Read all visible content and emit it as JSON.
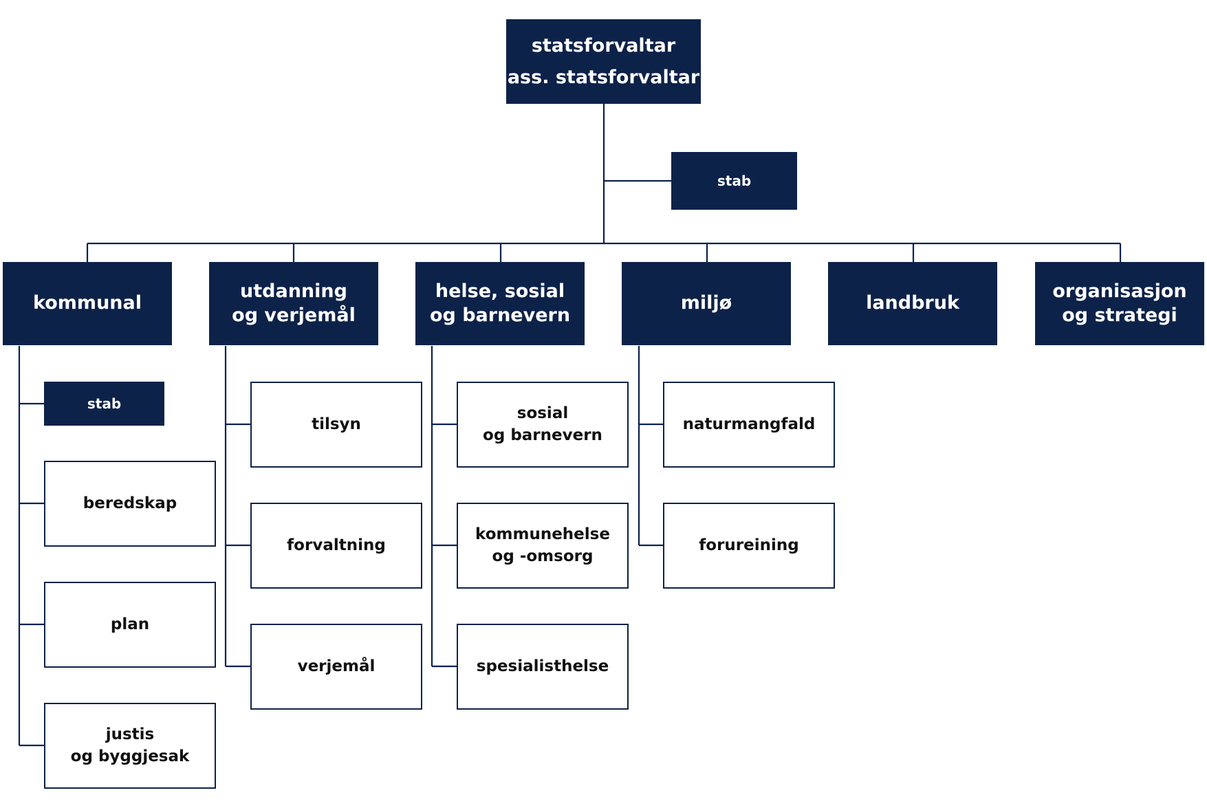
{
  "top": {
    "label": "statsforvaltar\nass. statsforvaltar"
  },
  "top_stab": {
    "label": "stab"
  },
  "departments": [
    {
      "label": "kommunal"
    },
    {
      "label": "utdanning\nog verjemål"
    },
    {
      "label": "helse, sosial\nog barnevern"
    },
    {
      "label": "miljø"
    },
    {
      "label": "landbruk"
    },
    {
      "label": "organisasjon\nog strategi"
    }
  ],
  "kommunal": {
    "stab": "stab",
    "units": [
      "beredskap",
      "plan",
      "justis\nog byggjesak"
    ]
  },
  "utdanning": {
    "units": [
      "tilsyn",
      "forvaltning",
      "verjemål"
    ]
  },
  "helse": {
    "units": [
      "sosial\nog barnevern",
      "kommunehelse\nog -omsorg",
      "spesialisthelse"
    ]
  },
  "miljo": {
    "units": [
      "naturmangfald",
      "forureining"
    ]
  },
  "colors": {
    "navy": "#0d2249",
    "line": "#0a2150"
  }
}
